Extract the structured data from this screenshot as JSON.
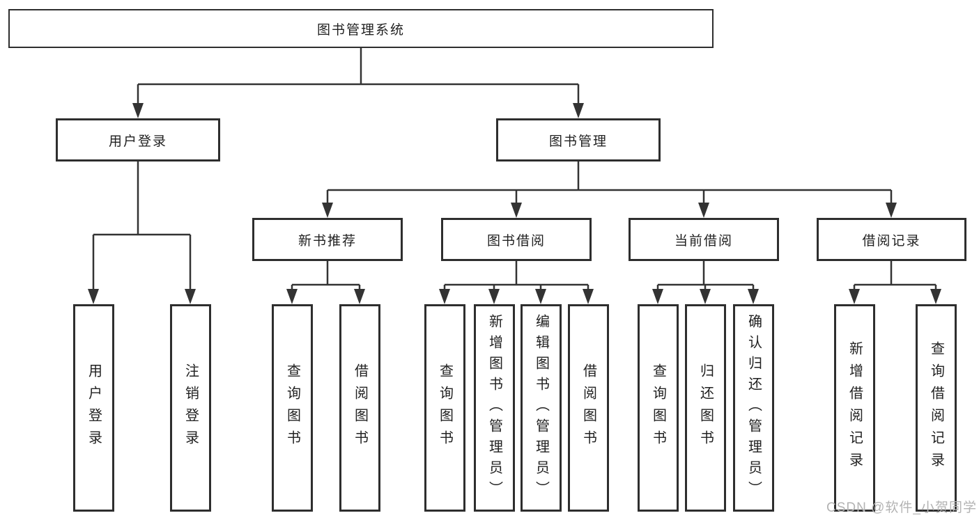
{
  "tree": {
    "root": {
      "label": "图书管理系统",
      "children": [
        {
          "label": "用户登录",
          "children": [
            {
              "label": "用户登录"
            },
            {
              "label": "注销登录"
            }
          ]
        },
        {
          "label": "图书管理",
          "children": [
            {
              "label": "新书推荐",
              "children": [
                {
                  "label": "查询图书"
                },
                {
                  "label": "借阅图书"
                }
              ]
            },
            {
              "label": "图书借阅",
              "children": [
                {
                  "label": "查询图书"
                },
                {
                  "label": "新增图书（管理员）"
                },
                {
                  "label": "编辑图书（管理员）"
                },
                {
                  "label": "借阅图书"
                }
              ]
            },
            {
              "label": "当前借阅",
              "children": [
                {
                  "label": "查询图书"
                },
                {
                  "label": "归还图书"
                },
                {
                  "label": "确认归还（管理员）"
                }
              ]
            },
            {
              "label": "借阅记录",
              "children": [
                {
                  "label": "新增借阅记录"
                },
                {
                  "label": "查询借阅记录"
                }
              ]
            }
          ]
        }
      ]
    }
  },
  "watermark": {
    "text": "CSDN @软件_小贺同学"
  },
  "colors": {
    "line": "#333333",
    "box_border": "#2e2e2e",
    "text": "#212121",
    "watermark": "#b3b3b3",
    "background": "#ffffff"
  }
}
